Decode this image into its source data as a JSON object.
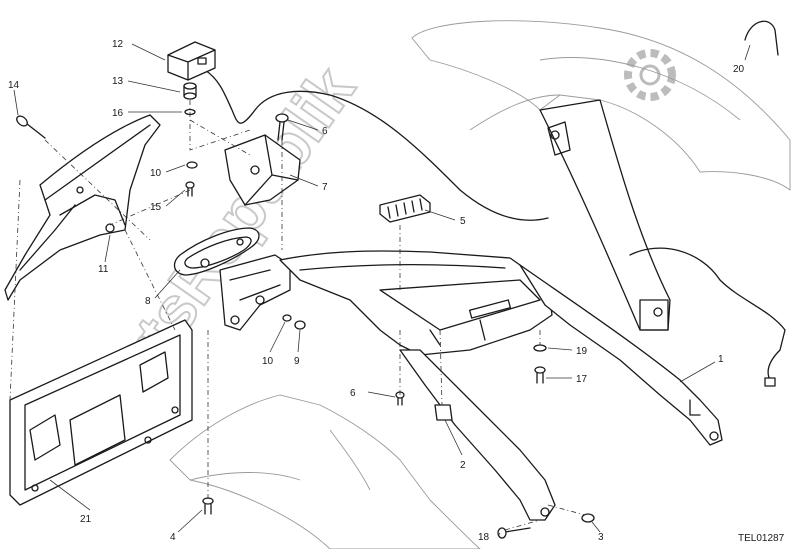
{
  "diagram_code": "TEL01287",
  "watermark": "PartsRepublik",
  "callouts": {
    "c1": "1",
    "c2": "2",
    "c3": "3",
    "c4": "4",
    "c5": "5",
    "c6a": "6",
    "c6b": "6",
    "c7": "7",
    "c8": "8",
    "c9": "9",
    "c10a": "10",
    "c10b": "10",
    "c11": "11",
    "c12": "12",
    "c13": "13",
    "c14": "14",
    "c15": "15",
    "c16": "16",
    "c17": "17",
    "c18": "18",
    "c19": "19",
    "c20": "20",
    "c21": "21"
  },
  "colors": {
    "line": "#1a1a1a",
    "ghost": "#9a9a9a",
    "watermark": "#c9c9c9"
  }
}
